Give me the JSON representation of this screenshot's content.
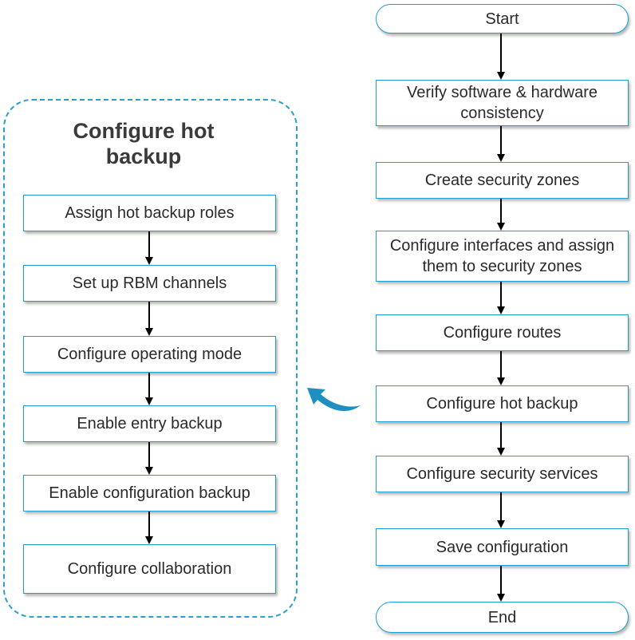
{
  "main_flow": {
    "start": "Start",
    "steps": [
      "Verify software & hardware consistency",
      "Create security zones",
      "Configure interfaces and assign them to security zones",
      "Configure routes",
      "Configure hot backup",
      "Configure security services",
      "Save configuration"
    ],
    "end": "End"
  },
  "sub_flow": {
    "title": "Configure hot backup",
    "steps": [
      "Assign hot backup roles",
      "Set up RBM channels",
      "Configure operating mode",
      "Enable entry backup",
      "Enable configuration backup",
      "Configure collaboration"
    ]
  },
  "colors": {
    "box_border": "#1aa0d0",
    "group_border": "#2a9fc9",
    "callout_arrow": "#1f8fc2",
    "arrow": "#000000"
  }
}
